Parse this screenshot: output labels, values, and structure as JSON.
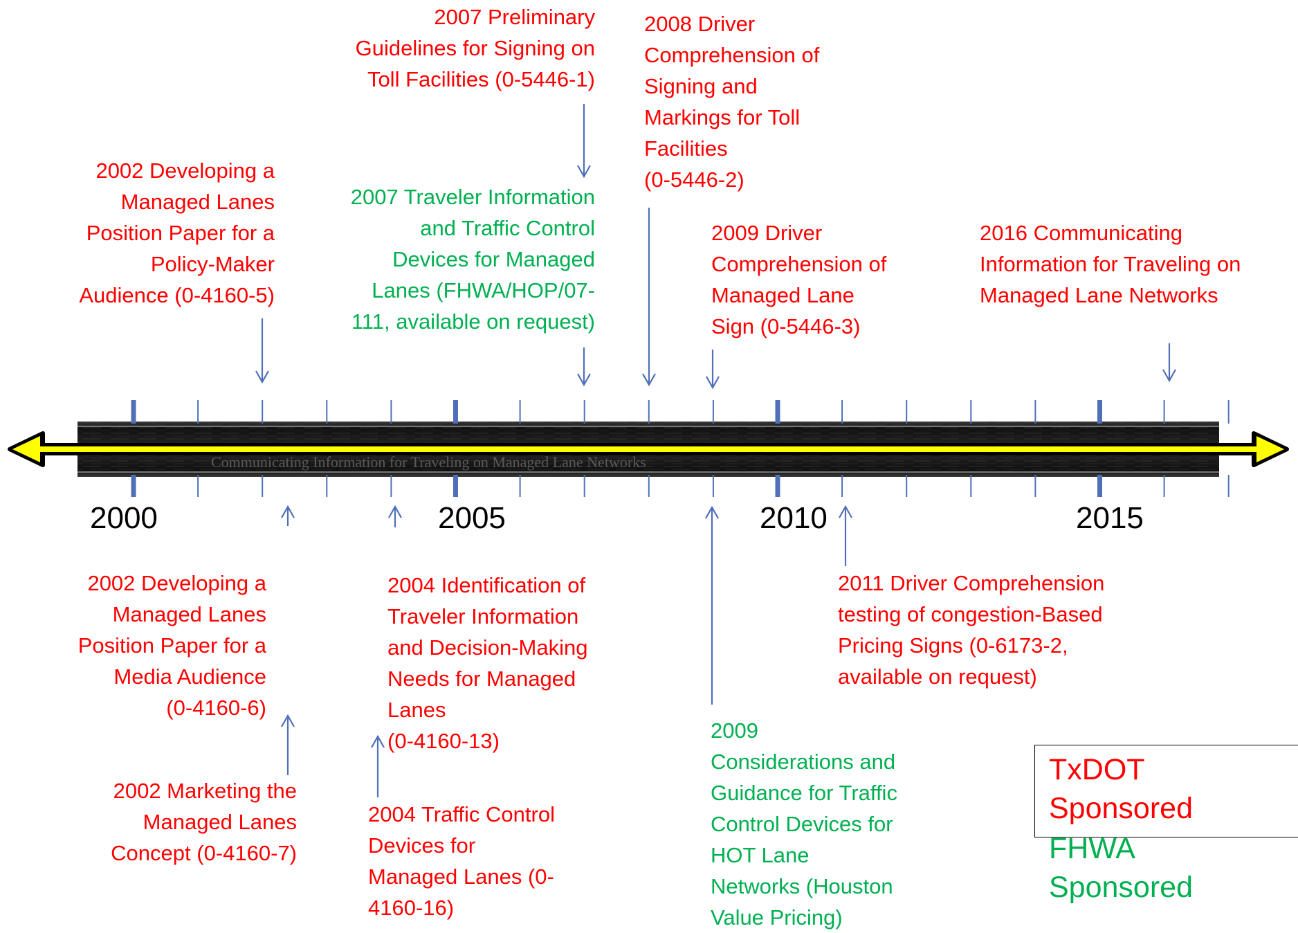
{
  "colors": {
    "txdot": "#ff0000",
    "fhwa": "#00b050",
    "connector": "#4f6fb8",
    "road": "#1a1a1a",
    "centerline": "#ffff00"
  },
  "timeline": {
    "road_caption": "Communicating Information for Traveling on Managed Lane Networks",
    "years": [
      "2000",
      "2005",
      "2010",
      "2015"
    ]
  },
  "publications": [
    {
      "id": "pub-2007-prelim-signing",
      "sponsor": "TxDOT",
      "side": "top",
      "year": 2007,
      "text": "2007 Preliminary\nGuidelines for Signing on\nToll Facilities (0-5446-1)"
    },
    {
      "id": "pub-2008-driver-comp-toll",
      "sponsor": "TxDOT",
      "side": "top",
      "year": 2008,
      "text": "2008 Driver\nComprehension of\nSigning and\nMarkings for Toll\nFacilities\n(0-5446-2)"
    },
    {
      "id": "pub-2002-position-policy",
      "sponsor": "TxDOT",
      "side": "top",
      "year": 2002,
      "text": "2002 Developing a\nManaged Lanes\nPosition Paper for a\nPolicy-Maker\nAudience (0-4160-5)"
    },
    {
      "id": "pub-2007-traveler-info-fhwa",
      "sponsor": "FHWA",
      "side": "top",
      "year": 2007,
      "text": "2007 Traveler Information\nand Traffic Control\nDevices for Managed\nLanes (FHWA/HOP/07-\n111, available on request)"
    },
    {
      "id": "pub-2009-managed-lane-sign",
      "sponsor": "TxDOT",
      "side": "top",
      "year": 2009,
      "text": "2009 Driver\nComprehension of\nManaged Lane\nSign (0-5446-3)"
    },
    {
      "id": "pub-2016-communicating",
      "sponsor": "TxDOT",
      "side": "top",
      "year": 2016,
      "text": "2016 Communicating\nInformation for Traveling on\nManaged Lane Networks"
    },
    {
      "id": "pub-2002-position-media",
      "sponsor": "TxDOT",
      "side": "bottom",
      "year": 2002,
      "text": "2002 Developing a\nManaged Lanes\nPosition Paper for a\nMedia Audience\n(0-4160-6)"
    },
    {
      "id": "pub-2002-marketing",
      "sponsor": "TxDOT",
      "side": "bottom",
      "year": 2002,
      "text": "2002 Marketing the\nManaged Lanes\nConcept (0-4160-7)"
    },
    {
      "id": "pub-2004-identification",
      "sponsor": "TxDOT",
      "side": "bottom",
      "year": 2004,
      "text": "2004 Identification of\nTraveler Information\nand Decision-Making\nNeeds for Managed\nLanes\n(0-4160-13)"
    },
    {
      "id": "pub-2004-traffic-control",
      "sponsor": "TxDOT",
      "side": "bottom",
      "year": 2004,
      "text": "2004 Traffic Control\nDevices for\nManaged Lanes (0-\n4160-16)"
    },
    {
      "id": "pub-2009-hot-lane-fhwa",
      "sponsor": "FHWA",
      "side": "bottom",
      "year": 2009,
      "text": "2009\nConsiderations and\nGuidance for Traffic\nControl Devices for\nHOT Lane\nNetworks (Houston\nValue Pricing)"
    },
    {
      "id": "pub-2011-congestion-pricing",
      "sponsor": "TxDOT",
      "side": "bottom",
      "year": 2011,
      "text": "2011 Driver Comprehension\ntesting of congestion-Based\nPricing Signs (0-6173-2,\navailable on request)"
    }
  ],
  "legend": {
    "txdot_label": "TxDOT\nSponsored",
    "fhwa_label": "FHWA\nSponsored"
  }
}
